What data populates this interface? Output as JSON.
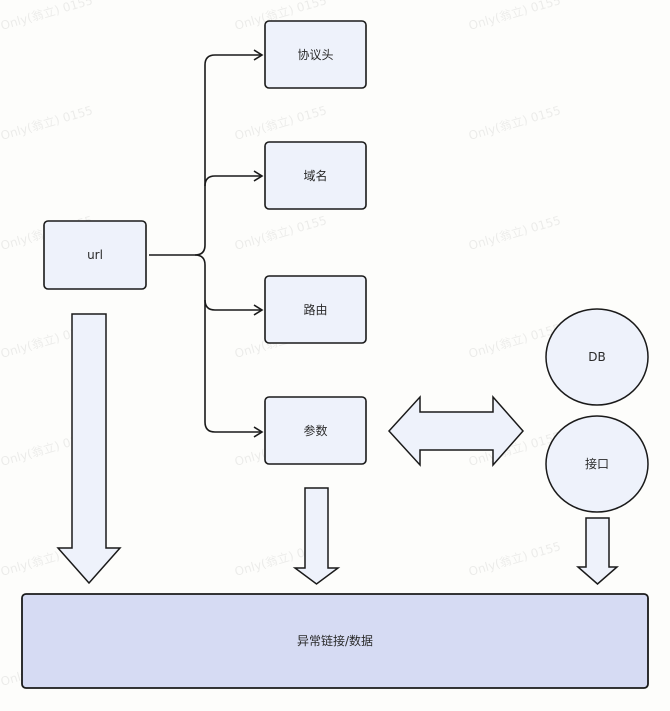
{
  "diagram": {
    "source": {
      "label": "url"
    },
    "components": [
      {
        "id": "protocol-header",
        "label": "协议头"
      },
      {
        "id": "domain",
        "label": "域名"
      },
      {
        "id": "route",
        "label": "路由"
      },
      {
        "id": "params",
        "label": "参数"
      }
    ],
    "data_sources": [
      {
        "id": "db",
        "label": "DB"
      },
      {
        "id": "api",
        "label": "接口"
      }
    ],
    "target": {
      "label": "异常链接/数据"
    },
    "watermark": "Only(翁立) 0155",
    "colors": {
      "node_fill": "#eef2fb",
      "target_fill": "#d6dbf3",
      "stroke": "#1a1a1a",
      "background": "#fdfdfb"
    }
  }
}
